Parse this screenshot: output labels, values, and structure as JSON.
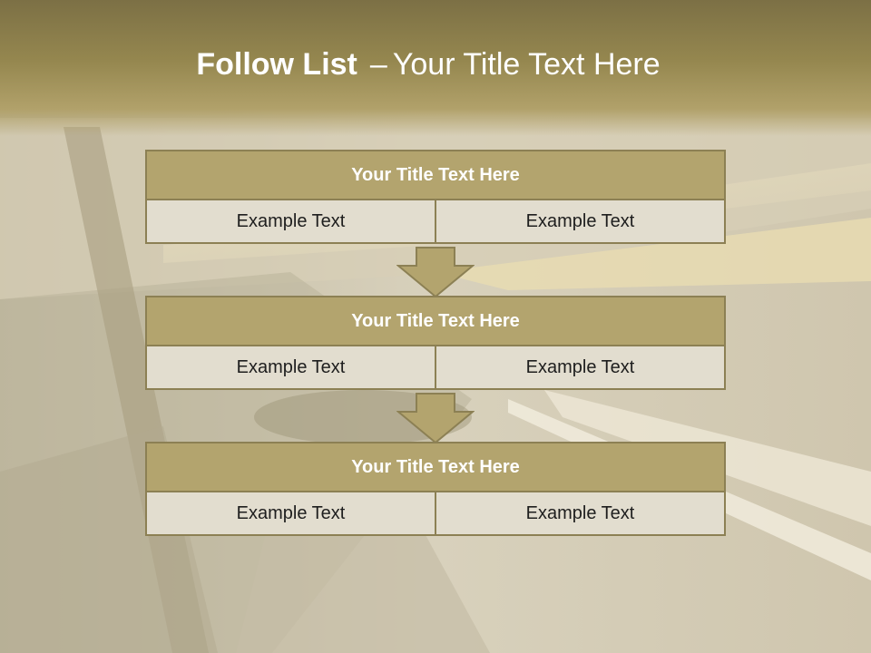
{
  "slide": {
    "title_bold": "Follow List",
    "title_dash": "–",
    "title_rest": "Your Title Text Here"
  },
  "blocks": [
    {
      "title": "Your Title Text Here",
      "cells": [
        "Example Text",
        "Example Text"
      ]
    },
    {
      "title": "Your Title Text Here",
      "cells": [
        "Example Text",
        "Example Text"
      ]
    },
    {
      "title": "Your Title Text Here",
      "cells": [
        "Example Text",
        "Example Text"
      ]
    }
  ],
  "colors": {
    "header_fill": "#b3a46e",
    "border": "#8c8054",
    "cell_fill": "#e2ddcf",
    "arrow_fill": "#b3a46e"
  }
}
